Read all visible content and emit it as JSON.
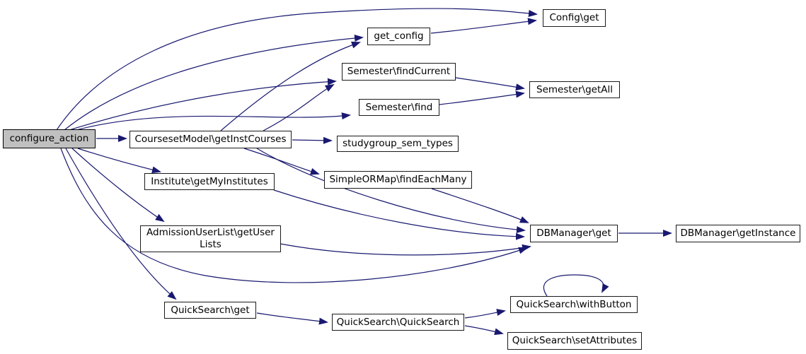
{
  "diagram": {
    "kind": "function-call-graph",
    "edge_color": "#191970",
    "node_fill": "#ffffff",
    "node_border": "#1a1a1a",
    "entry_node_fill": "#c0c0c0",
    "nodes": [
      {
        "id": "configure_action",
        "label": "configure_action",
        "highlighted": true
      },
      {
        "id": "courseset_getinstcourses",
        "label": "CoursesetModel\\getInstCourses"
      },
      {
        "id": "get_config",
        "label": "get_config"
      },
      {
        "id": "config_get",
        "label": "Config\\get"
      },
      {
        "id": "semester_findcurrent",
        "label": "Semester\\findCurrent"
      },
      {
        "id": "semester_find",
        "label": "Semester\\find"
      },
      {
        "id": "semester_getall",
        "label": "Semester\\getAll"
      },
      {
        "id": "studygroup_sem_types",
        "label": "studygroup_sem_types"
      },
      {
        "id": "simpleormap_findeachmany",
        "label": "SimpleORMap\\findEachMany"
      },
      {
        "id": "institute_getmyinstitutes",
        "label": "Institute\\getMyInstitutes"
      },
      {
        "id": "admissionuserlist_getuserlists",
        "label": "AdmissionUserList\\getUserLists",
        "lines": [
          "AdmissionUserList\\getUser",
          "Lists"
        ]
      },
      {
        "id": "quicksearch_get",
        "label": "QuickSearch\\get"
      },
      {
        "id": "dbmanager_get",
        "label": "DBManager\\get"
      },
      {
        "id": "dbmanager_getinstance",
        "label": "DBManager\\getInstance"
      },
      {
        "id": "quicksearch_quicksearch",
        "label": "QuickSearch\\QuickSearch"
      },
      {
        "id": "quicksearch_withbutton",
        "label": "QuickSearch\\withButton"
      },
      {
        "id": "quicksearch_setattributes",
        "label": "QuickSearch\\setAttributes"
      }
    ],
    "edges": [
      {
        "from": "configure_action",
        "to": "Config\\get"
      },
      {
        "from": "configure_action",
        "to": "get_config"
      },
      {
        "from": "configure_action",
        "to": "Semester\\findCurrent"
      },
      {
        "from": "configure_action",
        "to": "Semester\\find"
      },
      {
        "from": "configure_action",
        "to": "CoursesetModel\\getInstCourses"
      },
      {
        "from": "configure_action",
        "to": "Institute\\getMyInstitutes"
      },
      {
        "from": "configure_action",
        "to": "AdmissionUserList\\getUserLists"
      },
      {
        "from": "configure_action",
        "to": "QuickSearch\\get"
      },
      {
        "from": "configure_action",
        "to": "DBManager\\get"
      },
      {
        "from": "CoursesetModel\\getInstCourses",
        "to": "get_config"
      },
      {
        "from": "CoursesetModel\\getInstCourses",
        "to": "Semester\\findCurrent"
      },
      {
        "from": "CoursesetModel\\getInstCourses",
        "to": "studygroup_sem_types"
      },
      {
        "from": "CoursesetModel\\getInstCourses",
        "to": "SimpleORMap\\findEachMany"
      },
      {
        "from": "CoursesetModel\\getInstCourses",
        "to": "DBManager\\get"
      },
      {
        "from": "get_config",
        "to": "Config\\get"
      },
      {
        "from": "Semester\\findCurrent",
        "to": "Semester\\getAll"
      },
      {
        "from": "Semester\\find",
        "to": "Semester\\getAll"
      },
      {
        "from": "SimpleORMap\\findEachMany",
        "to": "DBManager\\get"
      },
      {
        "from": "Institute\\getMyInstitutes",
        "to": "DBManager\\get"
      },
      {
        "from": "AdmissionUserList\\getUserLists",
        "to": "DBManager\\get"
      },
      {
        "from": "DBManager\\get",
        "to": "DBManager\\getInstance"
      },
      {
        "from": "QuickSearch\\get",
        "to": "QuickSearch\\QuickSearch"
      },
      {
        "from": "QuickSearch\\QuickSearch",
        "to": "QuickSearch\\withButton"
      },
      {
        "from": "QuickSearch\\QuickSearch",
        "to": "QuickSearch\\setAttributes"
      },
      {
        "from": "QuickSearch\\withButton",
        "to": "QuickSearch\\withButton"
      }
    ]
  }
}
